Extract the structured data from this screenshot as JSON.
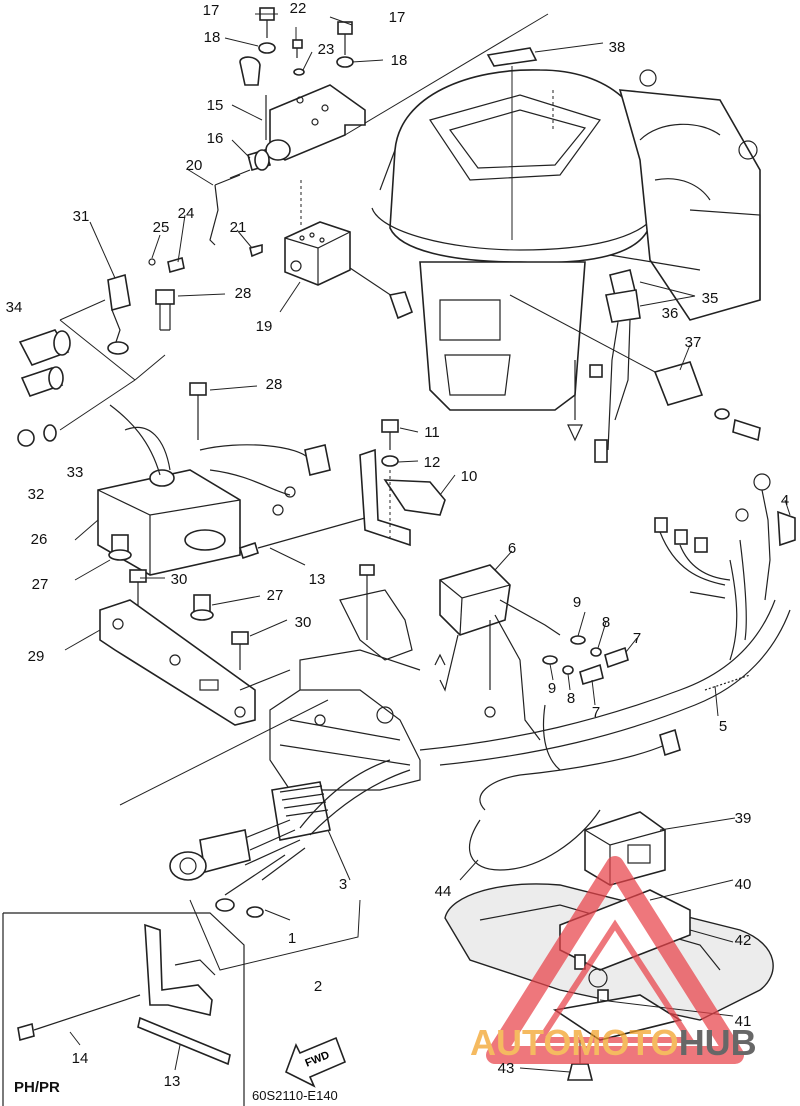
{
  "diagram": {
    "labels": [
      "1",
      "2",
      "3",
      "4",
      "5",
      "6",
      "7",
      "7",
      "8",
      "8",
      "9",
      "9",
      "10",
      "11",
      "12",
      "13",
      "13",
      "14",
      "15",
      "16",
      "17",
      "17",
      "18",
      "18",
      "19",
      "20",
      "21",
      "22",
      "23",
      "24",
      "25",
      "26",
      "27",
      "27",
      "28",
      "28",
      "29",
      "30",
      "30",
      "31",
      "32",
      "33",
      "34",
      "35",
      "36",
      "37",
      "38",
      "39",
      "40",
      "41",
      "42",
      "43",
      "44"
    ],
    "inset_caption": "PH/PR",
    "fwd_label": "FWD",
    "drawing_code": "60S2110-E140"
  },
  "watermark": {
    "text_auto": "AUTO",
    "text_moto": "MOTO",
    "text_hub": "HUB",
    "color_orange": "#f2a024",
    "color_dark": "#2e2e2e",
    "color_red": "#e8434a"
  }
}
